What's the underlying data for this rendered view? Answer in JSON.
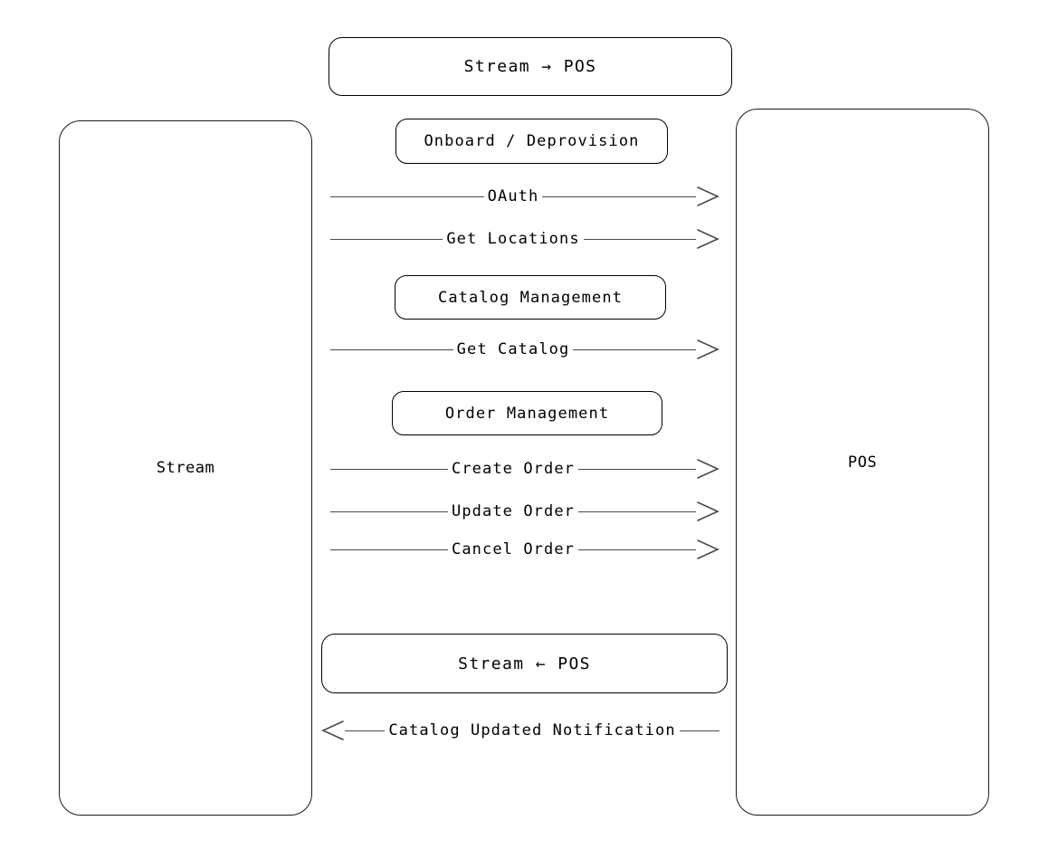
{
  "diagram": {
    "title": "Stream → POS",
    "participants": [
      {
        "id": "stream",
        "label": "Stream"
      },
      {
        "id": "pos",
        "label": "POS"
      }
    ],
    "banners": [
      {
        "id": "stream-to-pos",
        "label": "Stream → POS",
        "direction": "right"
      },
      {
        "id": "pos-to-stream",
        "label": "Stream ← POS",
        "direction": "left"
      }
    ],
    "groups": [
      {
        "id": "onboard-deprovision",
        "label": "Onboard / Deprovision"
      },
      {
        "id": "catalog-management",
        "label": "Catalog Management"
      },
      {
        "id": "order-management",
        "label": "Order Management"
      }
    ],
    "messages": [
      {
        "id": "oauth",
        "label": "OAuth",
        "direction": "right",
        "from": "stream",
        "to": "pos"
      },
      {
        "id": "get-locations",
        "label": "Get Locations",
        "direction": "right",
        "from": "stream",
        "to": "pos"
      },
      {
        "id": "get-catalog",
        "label": "Get Catalog",
        "direction": "right",
        "from": "stream",
        "to": "pos"
      },
      {
        "id": "create-order",
        "label": "Create Order",
        "direction": "right",
        "from": "stream",
        "to": "pos"
      },
      {
        "id": "update-order",
        "label": "Update Order",
        "direction": "right",
        "from": "stream",
        "to": "pos"
      },
      {
        "id": "cancel-order",
        "label": "Cancel Order",
        "direction": "right",
        "from": "stream",
        "to": "pos"
      },
      {
        "id": "catalog-updated-notification",
        "label": "Catalog Updated Notification",
        "direction": "left",
        "from": "pos",
        "to": "stream"
      }
    ],
    "colors": {
      "background": "#ffffff",
      "stroke": "#000000",
      "line": "#4a4a4a",
      "pillar_stroke": "#1a1a1a",
      "text": "#000000"
    }
  }
}
